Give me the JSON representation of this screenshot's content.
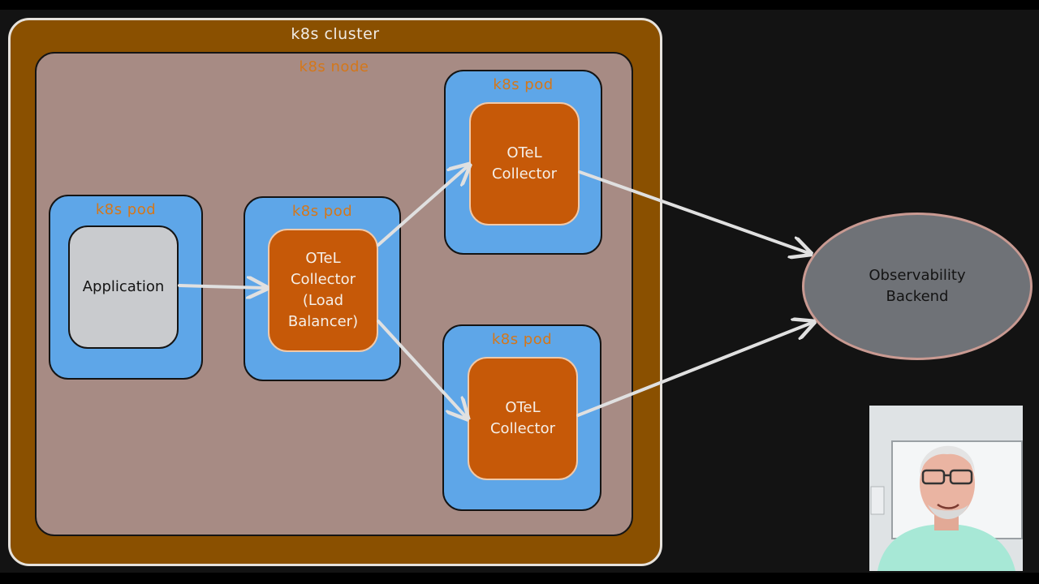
{
  "diagram": {
    "cluster": {
      "label": "k8s cluster"
    },
    "node": {
      "label": "k8s node"
    },
    "pods": [
      {
        "label": "k8s pod",
        "component": "Application"
      },
      {
        "label": "k8s pod",
        "component": "OTeL\nCollector\n(Load\nBalancer)"
      },
      {
        "label": "k8s pod",
        "component": "OTeL\nCollector"
      },
      {
        "label": "k8s pod",
        "component": "OTeL\nCollector"
      }
    ],
    "backend": {
      "label": "Observability\nBackend"
    }
  },
  "colors": {
    "cluster_fill": "#8a5000",
    "node_fill": "#a78b84",
    "pod_fill": "#5ea6e8",
    "collector_fill": "#c65908",
    "application_fill": "#c9cbce",
    "backend_fill": "#6f7277",
    "label_accent": "#d4771a",
    "arrow": "#e0e0e0"
  },
  "webcam": {
    "icon": "presenter-video-icon"
  }
}
